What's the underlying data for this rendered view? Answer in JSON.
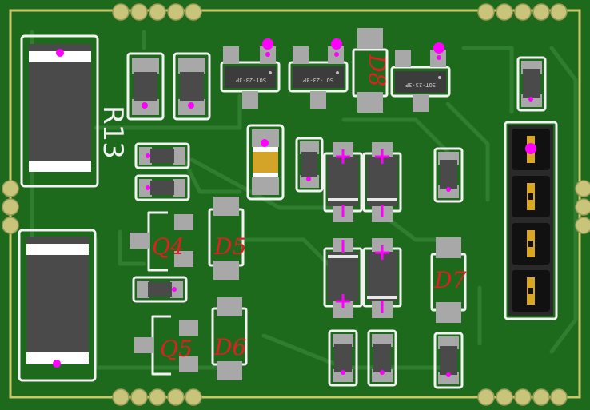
{
  "board": {
    "background_color": "#1d6a1d",
    "edge_color": "#c8c86a",
    "silkscreen_color": "#f2f2f2",
    "pad_color": "#a8a8a8",
    "drill_marker_color": "#ff00ff",
    "reference_label_color": "#e02020"
  },
  "labels": {
    "r13": "R13",
    "q4": "Q4",
    "q5": "Q5",
    "d5": "D5",
    "d6": "D6",
    "d7": "D7",
    "d8": "D8"
  },
  "package_marks": {
    "sot_a": "SOT-23-3P",
    "sot_b": "SOT-23-3P",
    "sot_c": "SOT-23-3P"
  }
}
